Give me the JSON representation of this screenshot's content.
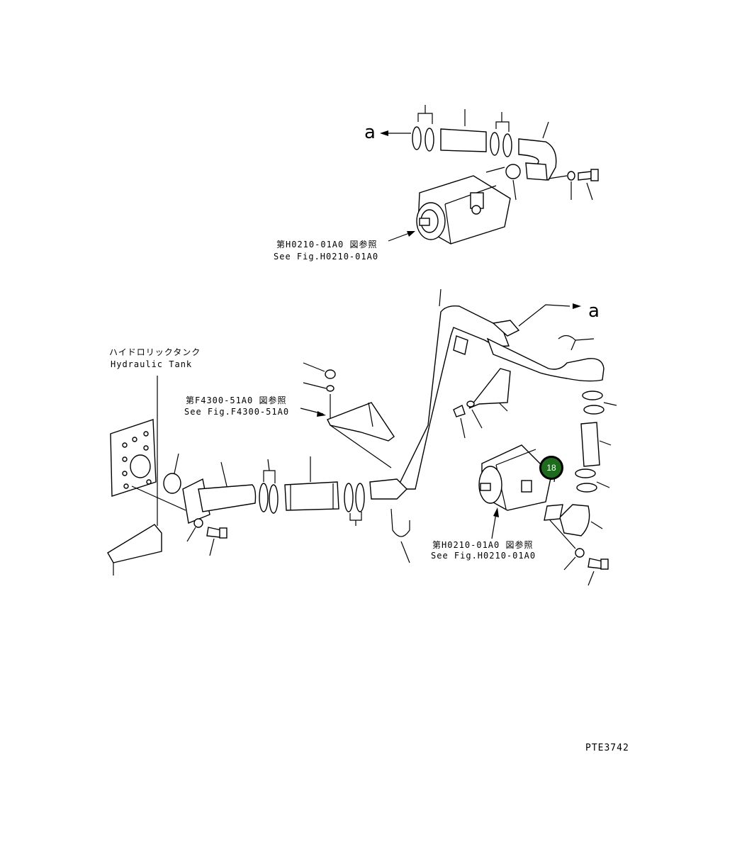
{
  "labels": {
    "ref_top_jp": "第H0210-01A0 図参照",
    "ref_top_en": "See Fig.H0210-01A0",
    "ref_mid_jp": "第F4300-51A0 図参照",
    "ref_mid_en": "See Fig.F4300-51A0",
    "ref_bot_jp": "第H0210-01A0 図参照",
    "ref_bot_en": "See Fig.H0210-01A0",
    "tank_jp": "ハイドロリックタンク",
    "tank_en": "Hydraulic Tank",
    "arrow_a_top": "a",
    "arrow_a_mid": "a",
    "drawing_code": "PTE3742"
  },
  "callouts": {
    "part_18": "18"
  },
  "colors": {
    "callout_fill": "#1e6b1e",
    "line": "#000000"
  }
}
